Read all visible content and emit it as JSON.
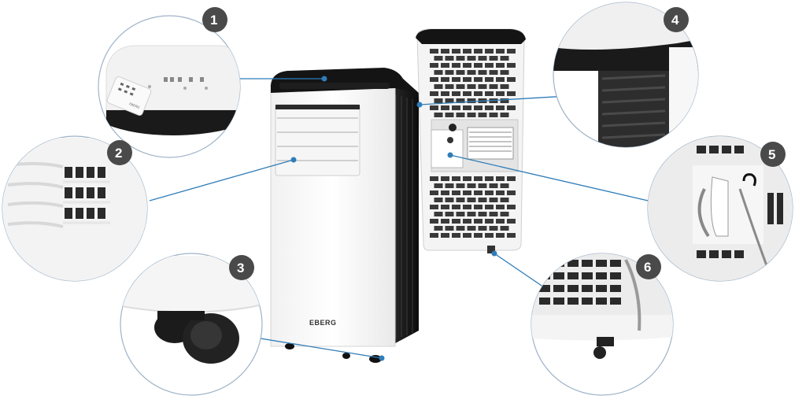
{
  "product": {
    "brand_label": "EBERG",
    "remote_label": "EBERG"
  },
  "colors": {
    "badge": "#4a4a4a",
    "leader_line": "#2f7db8",
    "marker_dot": "#2f7db8",
    "circle_border": "#9fb3c8",
    "unit_body": "#ffffff",
    "unit_trim": "#111111"
  },
  "callouts": [
    {
      "number": "1",
      "part_icon": "control-panel-icon"
    },
    {
      "number": "2",
      "part_icon": "louver-icon"
    },
    {
      "number": "3",
      "part_icon": "caster-wheel-icon"
    },
    {
      "number": "4",
      "part_icon": "side-grille-icon"
    },
    {
      "number": "5",
      "part_icon": "power-cord-hook-icon"
    },
    {
      "number": "6",
      "part_icon": "drain-outlet-icon"
    }
  ]
}
